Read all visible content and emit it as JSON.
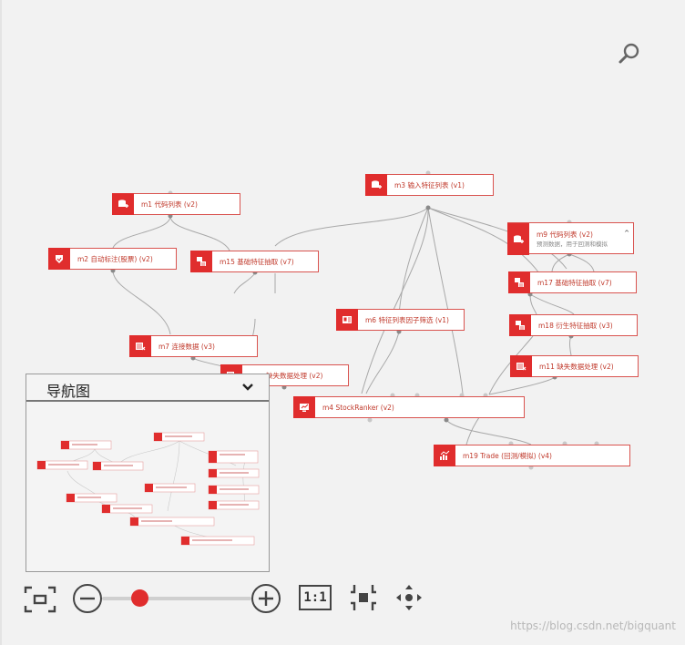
{
  "nodes": {
    "m3": "m3 输入特征列表 (v1)",
    "m1": "m1 代码列表 (v2)",
    "m9": "m9 代码列表 (v2)",
    "m9_sub": "预测数据，用于回测和模拟",
    "m2": "m2 自动标注(股票) (v2)",
    "m15": "m15 基础特征抽取 (v7)",
    "m17": "m17 基础特征抽取 (v7)",
    "m6": "m6 特征列表因子筛选 (v1)",
    "m18": "m18 衍生特征抽取 (v3)",
    "m7": "m7 连接数据 (v3)",
    "m11": "m11 缺失数据处理 (v2)",
    "m10": "缺失数据处理 (v2)",
    "m4": "m4 StockRanker (v2)",
    "m19": "m19 Trade (回测/模拟) (v4)"
  },
  "navigator": {
    "title": "导航图"
  },
  "zoom": {
    "level": 0.25,
    "reset_label": "1:1"
  },
  "watermark": "https://blog.csdn.net/bigquant",
  "colors": {
    "accent": "#e02d2d",
    "wire": "#9a9a9a"
  }
}
